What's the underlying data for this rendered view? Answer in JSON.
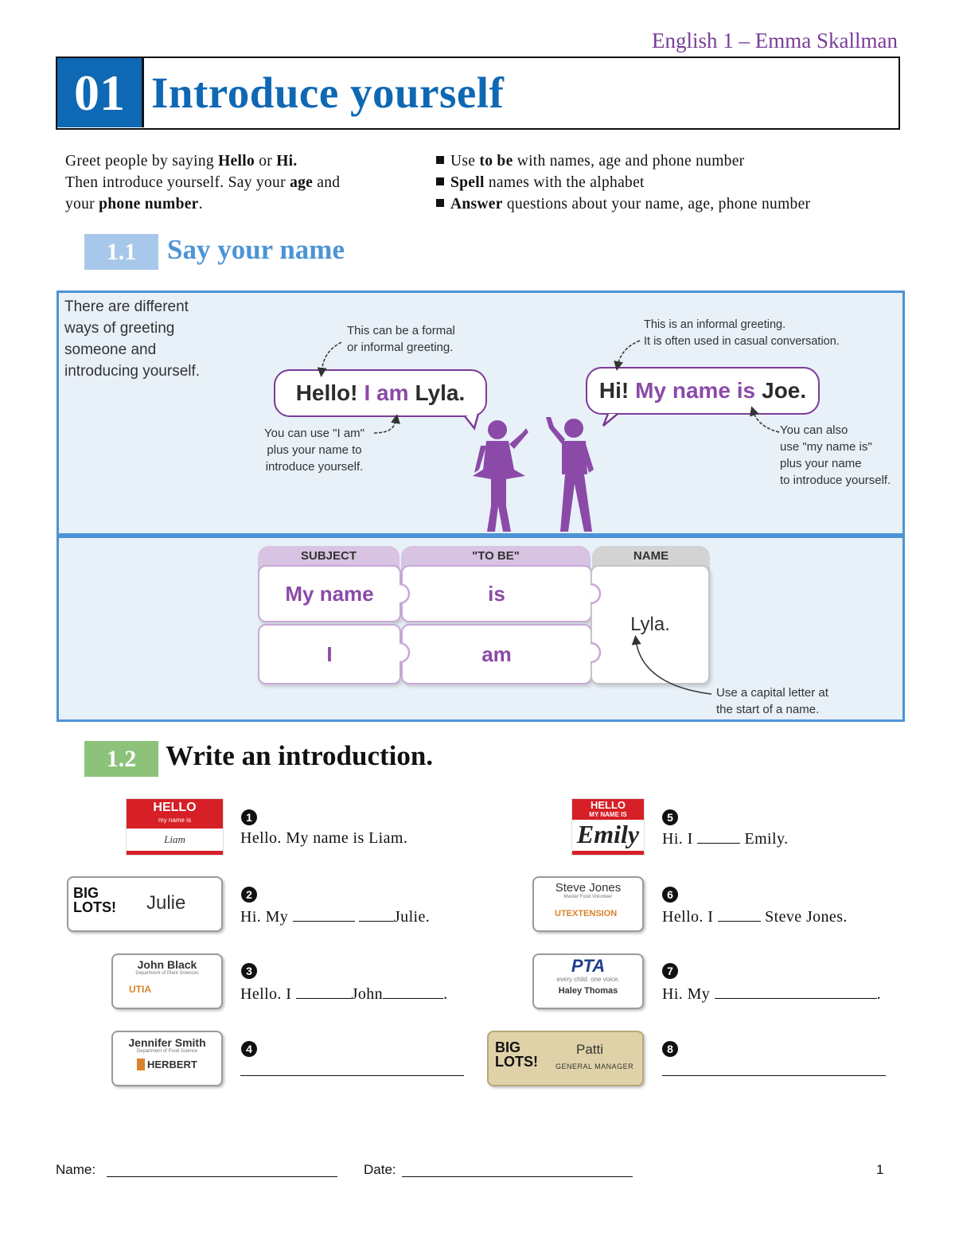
{
  "header": {
    "course": "English 1 – Emma Skallman",
    "unit_number": "01",
    "unit_title": "Introduce yourself"
  },
  "intro": {
    "left": {
      "l1_pre": "Greet people by saying ",
      "hello": "Hello",
      "or": " or ",
      "hi": "Hi.",
      "l2_pre": "Then introduce yourself. Say your ",
      "age": "age",
      "and": " and",
      "l3_pre": "your ",
      "phone": "phone number",
      "dot": "."
    },
    "bullets": [
      {
        "bold": "to be",
        "pre": "Use ",
        "post": " with names, age and phone number"
      },
      {
        "bold": "Spell",
        "pre": "",
        "post": " names with the alphabet"
      },
      {
        "bold": "Answer",
        "pre": "",
        "post": " questions about your name, age, phone number"
      }
    ]
  },
  "section1": {
    "number": "1.1",
    "title": "Say your name",
    "color": "#4d94d6",
    "description": [
      "There are different",
      "ways of greeting",
      "someone and",
      "introducing yourself."
    ],
    "note_formal": [
      "This can be a formal",
      "or informal greeting."
    ],
    "note_informal": [
      "This is an informal greeting.",
      "It is often used in casual conversation."
    ],
    "bubble_left": {
      "a": "Hello!",
      "b": "I am",
      "c": "Lyla."
    },
    "bubble_right": {
      "a": "Hi!",
      "b": "My name is",
      "c": "Joe."
    },
    "note_i_am": [
      "You can use \"I am\"",
      "plus your name to",
      "introduce yourself."
    ],
    "note_my_name": [
      "You can also",
      "use \"my name is\"",
      "plus your name",
      "to introduce yourself."
    ],
    "puzzle": {
      "headers": [
        "SUBJECT",
        "\"TO BE\"",
        "NAME"
      ],
      "row1": [
        "My name",
        "is"
      ],
      "row2": [
        "I",
        "am"
      ],
      "name": "Lyla.",
      "note": [
        "Use a capital letter at",
        "the start of a name."
      ]
    }
  },
  "section2": {
    "number": "1.2",
    "title": "Write an introduction.",
    "color": "#8cc27a",
    "exercises": [
      {
        "n": "1",
        "text": "Hello. My name is Liam."
      },
      {
        "n": "2",
        "a": "Hi. My",
        "b": "Julie."
      },
      {
        "n": "3",
        "a": "Hello. I",
        "b": "John",
        "c": "."
      },
      {
        "n": "4"
      },
      {
        "n": "5",
        "a": "Hi. I",
        "b": "Emily."
      },
      {
        "n": "6",
        "a": "Hello. I",
        "b": "Steve Jones."
      },
      {
        "n": "7",
        "a": "Hi. My",
        "b": "."
      },
      {
        "n": "8"
      }
    ],
    "tags": {
      "liam": {
        "hello": "HELLO",
        "sub": "my name is",
        "name": "Liam"
      },
      "emily": {
        "hello": "HELLO",
        "sub": "MY NAME IS",
        "name": "Emily"
      },
      "julie": {
        "brand": "BIG LOTS!",
        "name": "Julie"
      },
      "steve": {
        "name": "Steve Jones",
        "sub": "Master Food Volunteer",
        "org": "UTEXTENSION"
      },
      "john": {
        "name": "John Black",
        "sub": "Department of Plant Sciences",
        "org": "UTIA"
      },
      "haley": {
        "org": "PTA",
        "sub": "every child. one voice.",
        "name": "Haley Thomas"
      },
      "jennifer": {
        "name": "Jennifer Smith",
        "sub": "Department of Food Science",
        "org": "HERBERT"
      },
      "patti": {
        "brand": "BIG LOTS!",
        "name": "Patti",
        "sub": "GENERAL MANAGER"
      }
    }
  },
  "footer": {
    "name_label": "Name:",
    "date_label": "Date:",
    "page": "1"
  }
}
